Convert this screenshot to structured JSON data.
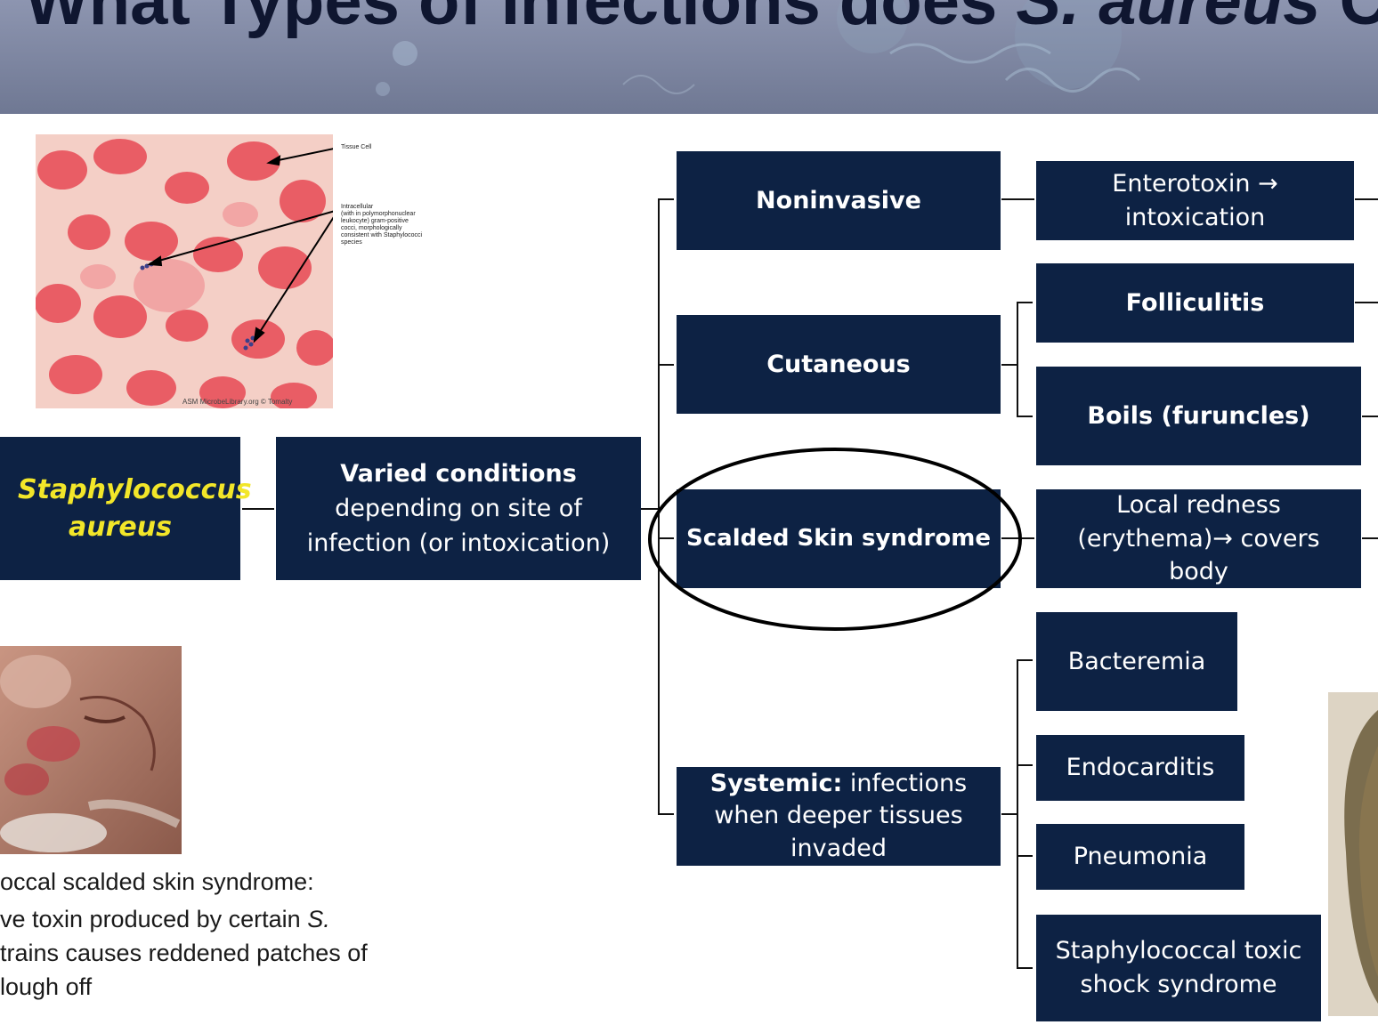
{
  "header": {
    "title_pre": "What Types of Infections does ",
    "title_italic": "S. aureus",
    "title_post": " Cause"
  },
  "colors": {
    "box": "#0d2244",
    "highlight_text": "#f2e629",
    "banner": "#7a829d"
  },
  "nodes": {
    "root": "Staphylococcus aureus",
    "varied_title": "Varied conditions",
    "varied_desc_1": "depending on site of",
    "varied_desc_2": "infection (or intoxication)",
    "noninvasive": "Noninvasive",
    "cutaneous": "Cutaneous",
    "scalded": "Scalded Skin syndrome",
    "systemic_bold": "Systemic:",
    "systemic_rest_1": " infections",
    "systemic_rest_2": "when deeper tissues",
    "systemic_rest_3": "invaded",
    "enterotoxin_1": "Enterotoxin →",
    "enterotoxin_2": "intoxication",
    "folliculitis": "Folliculitis",
    "boils": "Boils (furuncles)",
    "local_1": "Local redness",
    "local_2": "(erythema)→ covers",
    "local_3": "body",
    "bacteremia": "Bacteremia",
    "endocarditis": "Endocarditis",
    "pneumonia": "Pneumonia",
    "toxic_1": "Staphylococcal toxic",
    "toxic_2": "shock syndrome"
  },
  "micrograph": {
    "label_tissue": "Tissue Cell",
    "label_intra_1": "Intracellular",
    "label_intra_2": "(with in polymorphonuclear",
    "label_intra_3": "leukocyte) gram-positive",
    "label_intra_4": "cocci, morphologically",
    "label_intra_5": "consistent with Staphylococci",
    "label_intra_6": "species",
    "credit": "ASM MicrobeLibrary.org © Tomalty"
  },
  "caption": {
    "line1": "occal scalded skin syndrome:",
    "line2_pre": "ve toxin  produced by certain ",
    "line2_italic": "S.",
    "line3": "trains causes reddened patches of",
    "line4": "lough off"
  }
}
